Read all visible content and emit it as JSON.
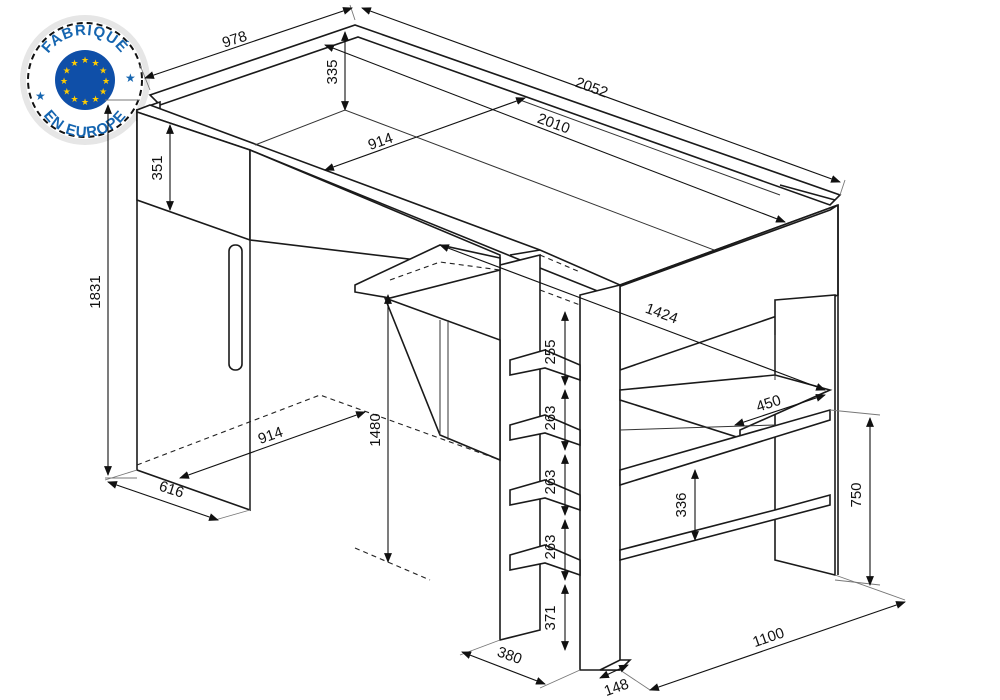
{
  "badge": {
    "top_text": "FABRIQUÉ",
    "bottom_text": "EN EUROPE",
    "ring_color": "#1565b0",
    "flag_blue": "#0f4fa8",
    "star_color": "#ffcc00"
  },
  "dimensions": {
    "bed_width": "978",
    "overall_length": "2052",
    "guard_height": "335",
    "mattress_length": "2010",
    "mattress_width": "914",
    "end_rail_height": "351",
    "overall_height": "1831",
    "desk_length": "1424",
    "ladder_step_1": "255",
    "ladder_step_2": "263",
    "ladder_step_3": "263",
    "ladder_step_4": "263",
    "ladder_bottom": "371",
    "desk_depth": "450",
    "shelf_height": "336",
    "desk_height": "750",
    "under_bed_height": "1480",
    "under_bed_width": "914",
    "cabinet_depth": "616",
    "ladder_depth": "380",
    "post_width": "148",
    "desk_width": "1100"
  }
}
